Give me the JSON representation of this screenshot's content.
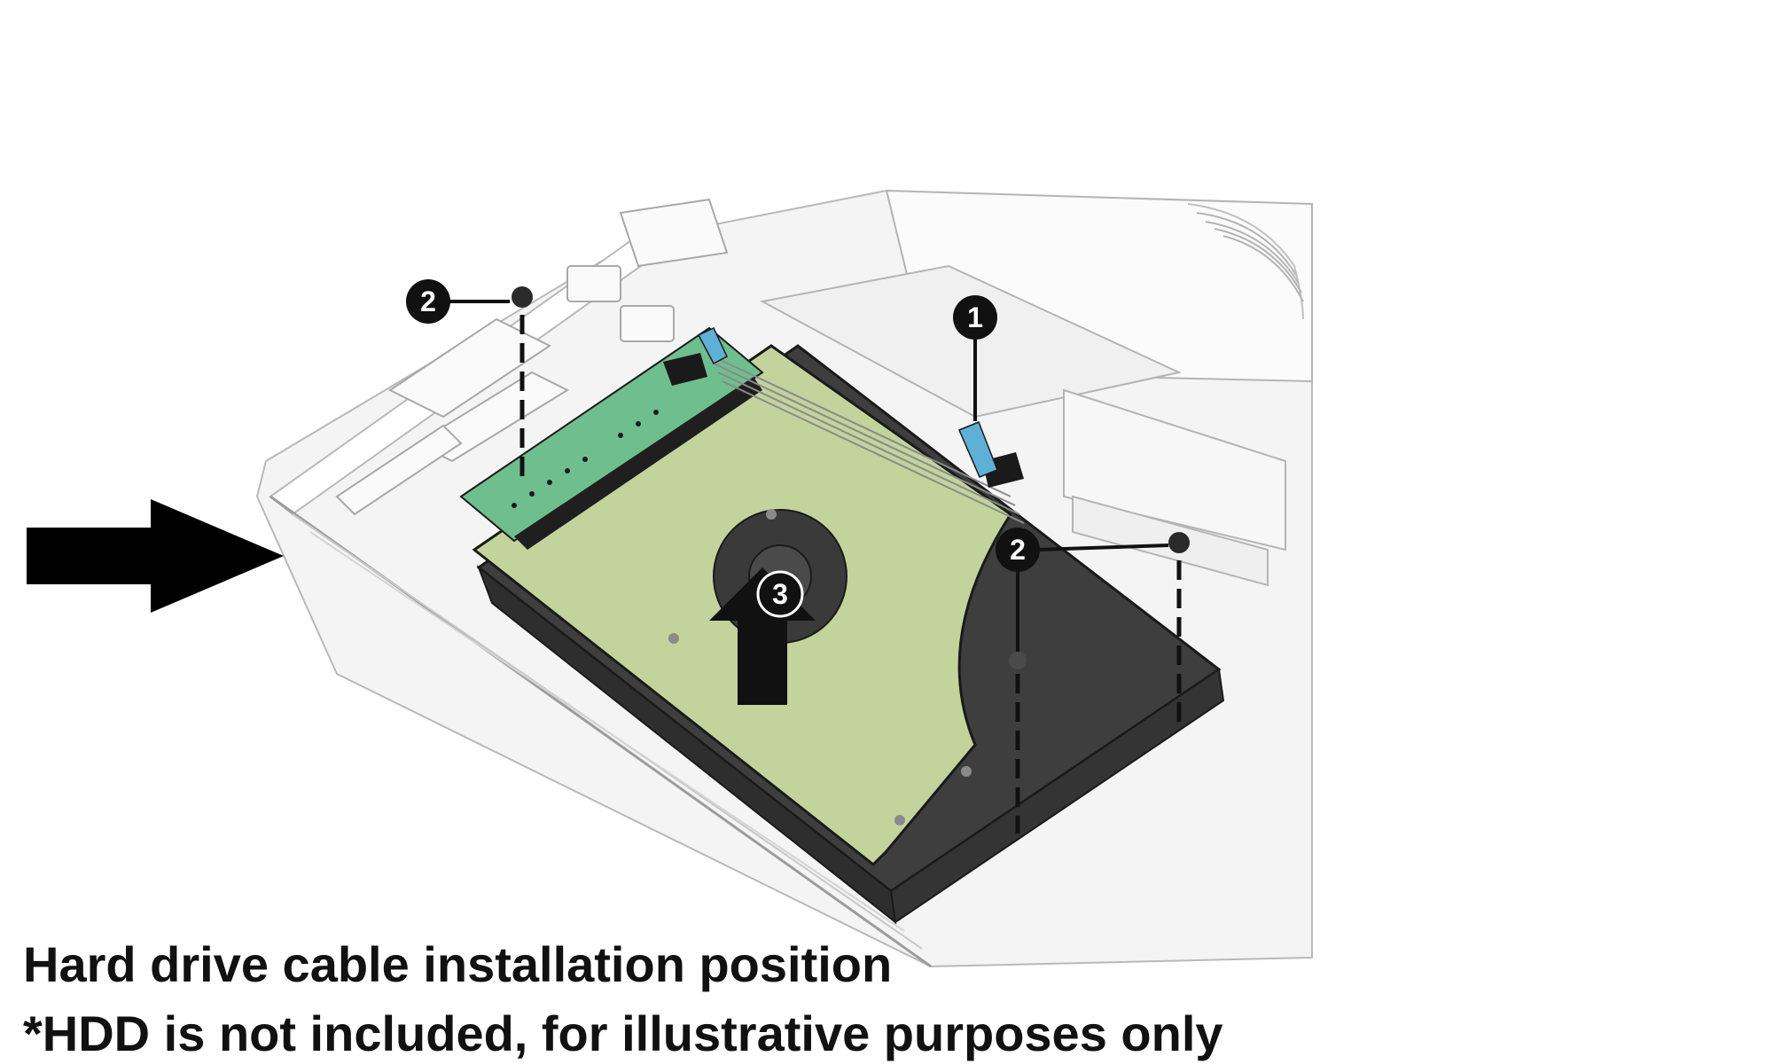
{
  "callouts": [
    {
      "id": "cable",
      "number": "1"
    },
    {
      "id": "screw-left",
      "number": "2"
    },
    {
      "id": "screw-right",
      "number": "2"
    },
    {
      "id": "lift",
      "number": "3"
    }
  ],
  "captions": {
    "line1": "Hard drive cable installation position",
    "line2": "*HDD is not included, for illustrative purposes only"
  },
  "colors": {
    "drive_label": "#c2d39c",
    "pcb": "#6fbe8e",
    "enclosure": "#3e3e3e",
    "cable_tab": "#5fb0d6",
    "outline": "#1a1a1a",
    "chassis": "#f4f4f4",
    "arrow": "#000000"
  },
  "icons": [
    "pointer-arrow-icon",
    "lift-arrow-icon",
    "screw-icon"
  ]
}
